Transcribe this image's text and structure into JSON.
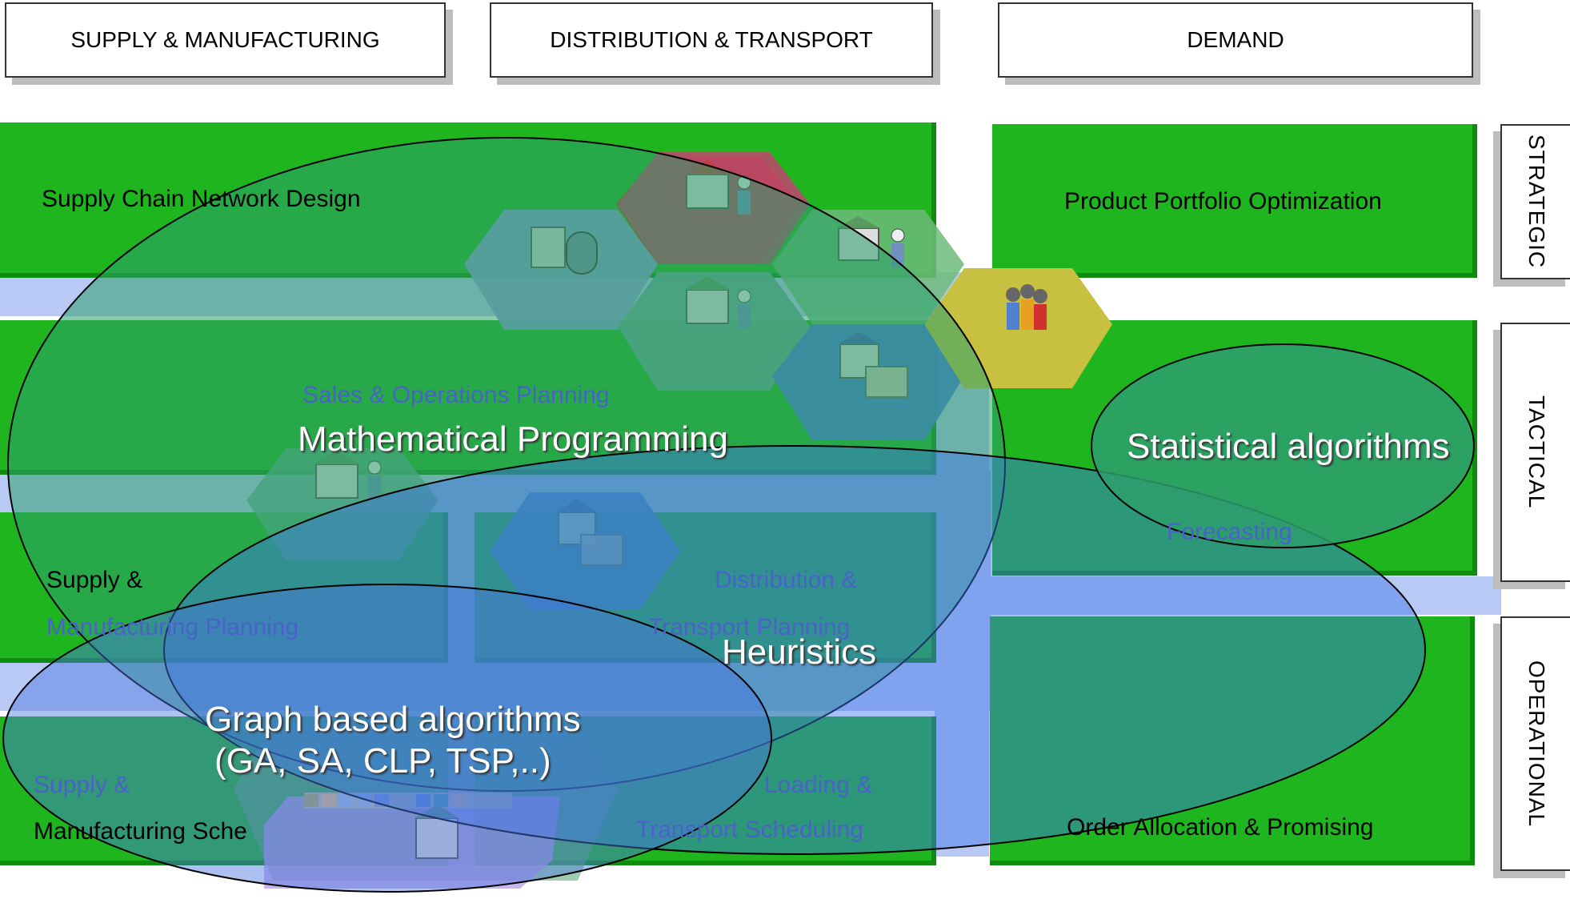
{
  "headers": {
    "supply": "SUPPLY & MANUFACTURING",
    "distribution": "DISTRIBUTION & TRANSPORT",
    "demand": "DEMAND"
  },
  "levels": {
    "strategic": "STRATEGIC",
    "tactical": "TACTICAL",
    "operational": "OPERATIONAL"
  },
  "boxes": {
    "network_design": "Supply Chain Network Design",
    "portfolio": "Product Portfolio Optimization",
    "sop": "Sales & Operations Planning",
    "forecasting": "Forecasting",
    "smp_line1": "Supply &",
    "smp_line2": "Manufacturing  Planning",
    "dtp_line1": "Distribution &",
    "dtp_line2": "Transport Planning",
    "sms_line1": "Supply &",
    "sms_line2": "Manufacturing Sche",
    "lts_line1": "Loading &",
    "lts_line2": "Transport Scheduling",
    "order": "Order Allocation & Promising"
  },
  "methods": {
    "math_prog": "Mathematical Programming",
    "statistical": "Statistical algorithms",
    "heuristics": "Heuristics",
    "graph_line1": "Graph based algorithms",
    "graph_line2": "(GA, SA, CLP, TSP,..)"
  },
  "colors": {
    "green": "#1fb51f",
    "light_blue": "#b9c9f5",
    "ellipse": "#2e9e6e"
  }
}
